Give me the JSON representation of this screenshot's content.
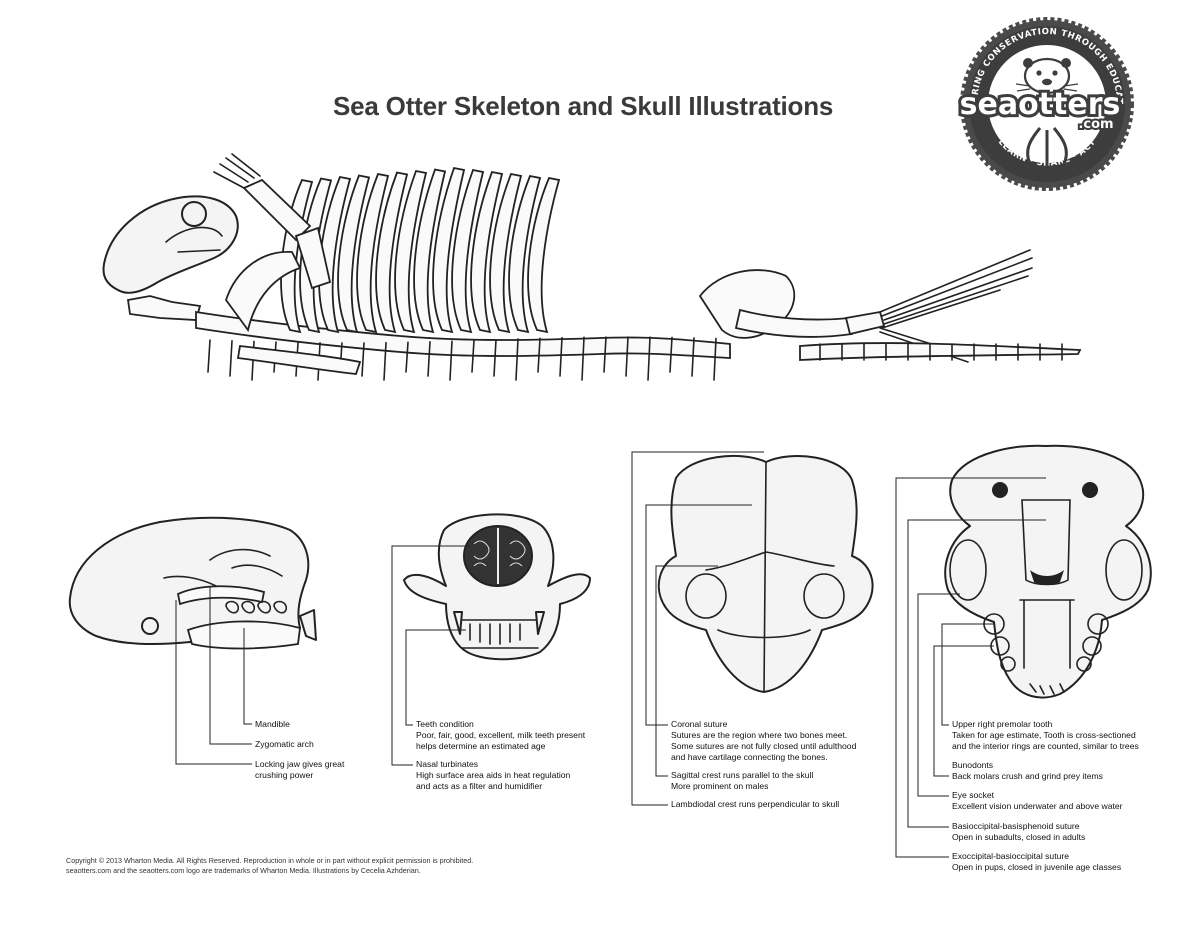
{
  "title": "Sea Otter Skeleton and Skull Illustrations",
  "logo": {
    "wordmark": "seaotters",
    "wordmark_suffix": ".com",
    "ring_top": "INSPIRING CONSERVATION THROUGH EDUCATION",
    "ring_bottom": "LEARN · SHARE · ACT",
    "icon": "sea-otter-face-icon"
  },
  "side_skull": {
    "labels": [
      {
        "title": "Mandible",
        "lines": []
      },
      {
        "title": "Zygomatic arch",
        "lines": []
      },
      {
        "title": "Locking jaw gives great",
        "lines": [
          "crushing power"
        ]
      }
    ]
  },
  "front_skull": {
    "labels": [
      {
        "title": "Teeth condition",
        "lines": [
          "Poor, fair, good, excellent, milk teeth present",
          "helps determine an estimated age"
        ]
      },
      {
        "title": "Nasal turbinates",
        "lines": [
          "High surface area aids in heat regulation",
          "and acts as a filter and humidifier"
        ]
      }
    ]
  },
  "top_skull": {
    "labels": [
      {
        "title": "Coronal suture",
        "lines": [
          "Sutures are the region where two bones meet.",
          "Some sutures are not fully closed until adulthood",
          "and have cartilage connecting the bones."
        ]
      },
      {
        "title": "Sagittal crest runs parallel to the skull",
        "lines": [
          "More prominent on males"
        ]
      },
      {
        "title": "Lambdiodal crest runs perpendicular to skull",
        "lines": []
      }
    ]
  },
  "bottom_skull": {
    "labels": [
      {
        "title": "Upper right premolar tooth",
        "lines": [
          "Taken for age estimate, Tooth is cross-sectioned",
          "and the interior rings are counted, similar to trees"
        ]
      },
      {
        "title": "Bunodonts",
        "lines": [
          "Back molars crush and grind prey items"
        ]
      },
      {
        "title": "Eye socket",
        "lines": [
          "Excellent vision underwater and above water"
        ]
      },
      {
        "title": "Basioccipital-basisphenoid suture",
        "lines": [
          "Open in subadults, closed in adults"
        ]
      },
      {
        "title": "Exoccipital-basioccipital suture",
        "lines": [
          "Open in pups, closed in juvenile age classes"
        ]
      }
    ]
  },
  "copyright": {
    "line1": "Copyright © 2013 Wharton Media. All Rights Reserved. Reproduction in whole or in part without explicit permission is prohibited.",
    "line2": "seaotters.com and the seaotters.com logo are trademarks of Wharton Media. Illustrations by Cecelia Azhderian."
  }
}
